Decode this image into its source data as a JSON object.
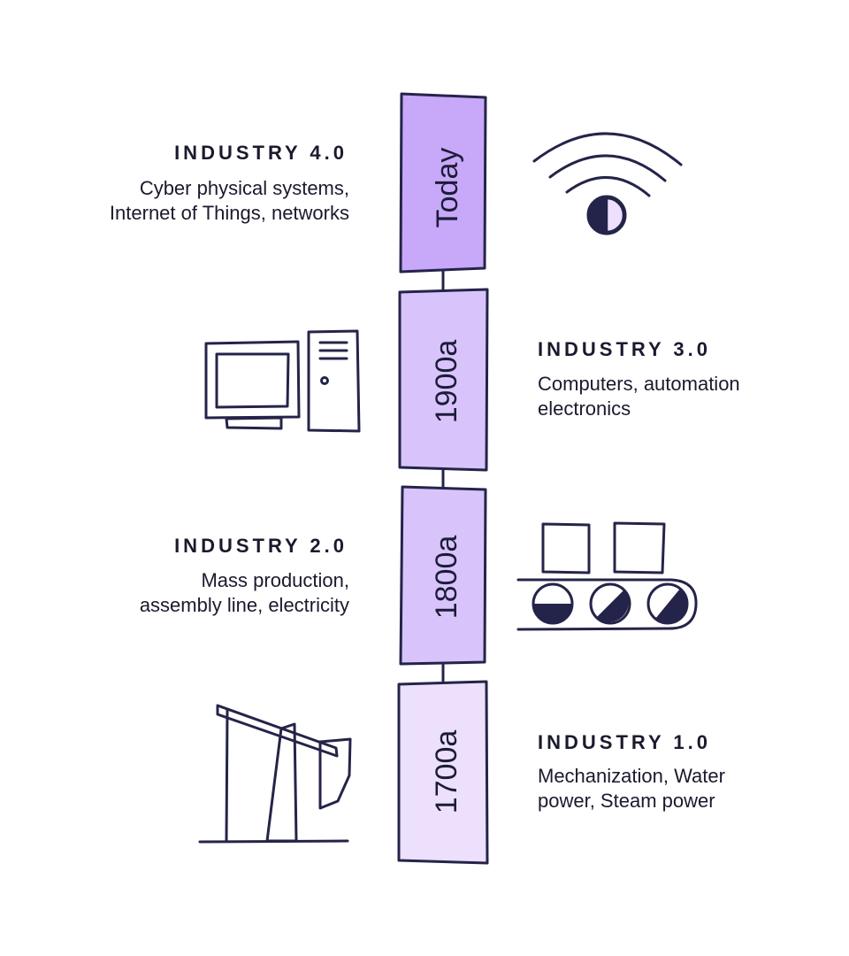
{
  "colors": {
    "ink": "#24244a",
    "today_fill": "#c8a8f8",
    "era1900_fill": "#d8c4fa",
    "era1800_fill": "#d8c4fa",
    "era1700_fill": "#ece0fd",
    "icon_fill": "#ece0fd"
  },
  "timeline": {
    "eras": [
      {
        "label": "Today"
      },
      {
        "label": "1900a"
      },
      {
        "label": "1800a"
      },
      {
        "label": "1700a"
      }
    ]
  },
  "industries": [
    {
      "title": "INDUSTRY 4.0",
      "desc_lines": [
        "Cyber physical systems,",
        "Internet of Things, networks"
      ],
      "icon": "wifi-icon"
    },
    {
      "title": "INDUSTRY 3.0",
      "desc_lines": [
        "Computers, automation",
        "electronics"
      ],
      "icon": "computer-icon"
    },
    {
      "title": "INDUSTRY 2.0",
      "desc_lines": [
        "Mass production,",
        "assembly line, electricity"
      ],
      "icon": "conveyor-belt-icon"
    },
    {
      "title": "INDUSTRY 1.0",
      "desc_lines": [
        "Mechanization, Water",
        "power, Steam power"
      ],
      "icon": "water-mill-icon"
    }
  ]
}
